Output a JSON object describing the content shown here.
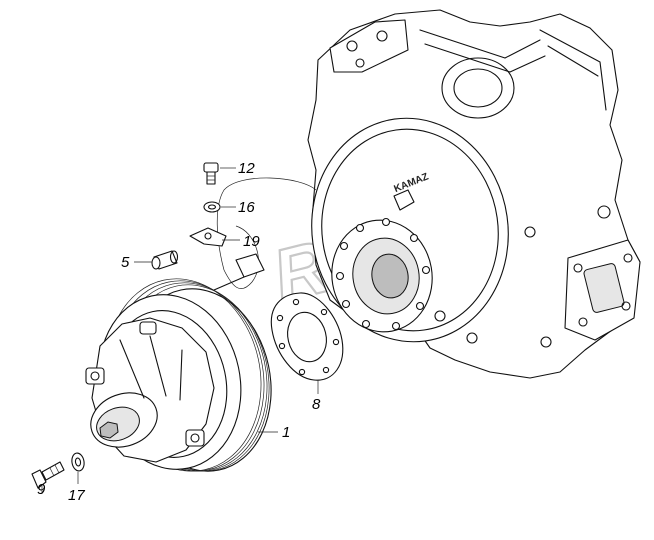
{
  "watermark": {
    "text": "REX"
  },
  "housing": {
    "stamp_text": "KAMAZ"
  },
  "callouts": [
    {
      "id": "12",
      "label": "12"
    },
    {
      "id": "16",
      "label": "16"
    },
    {
      "id": "19",
      "label": "19"
    },
    {
      "id": "5",
      "label": "5"
    },
    {
      "id": "8",
      "label": "8"
    },
    {
      "id": "1",
      "label": "1"
    },
    {
      "id": "17",
      "label": "17"
    },
    {
      "id": "9",
      "label": "9"
    }
  ]
}
